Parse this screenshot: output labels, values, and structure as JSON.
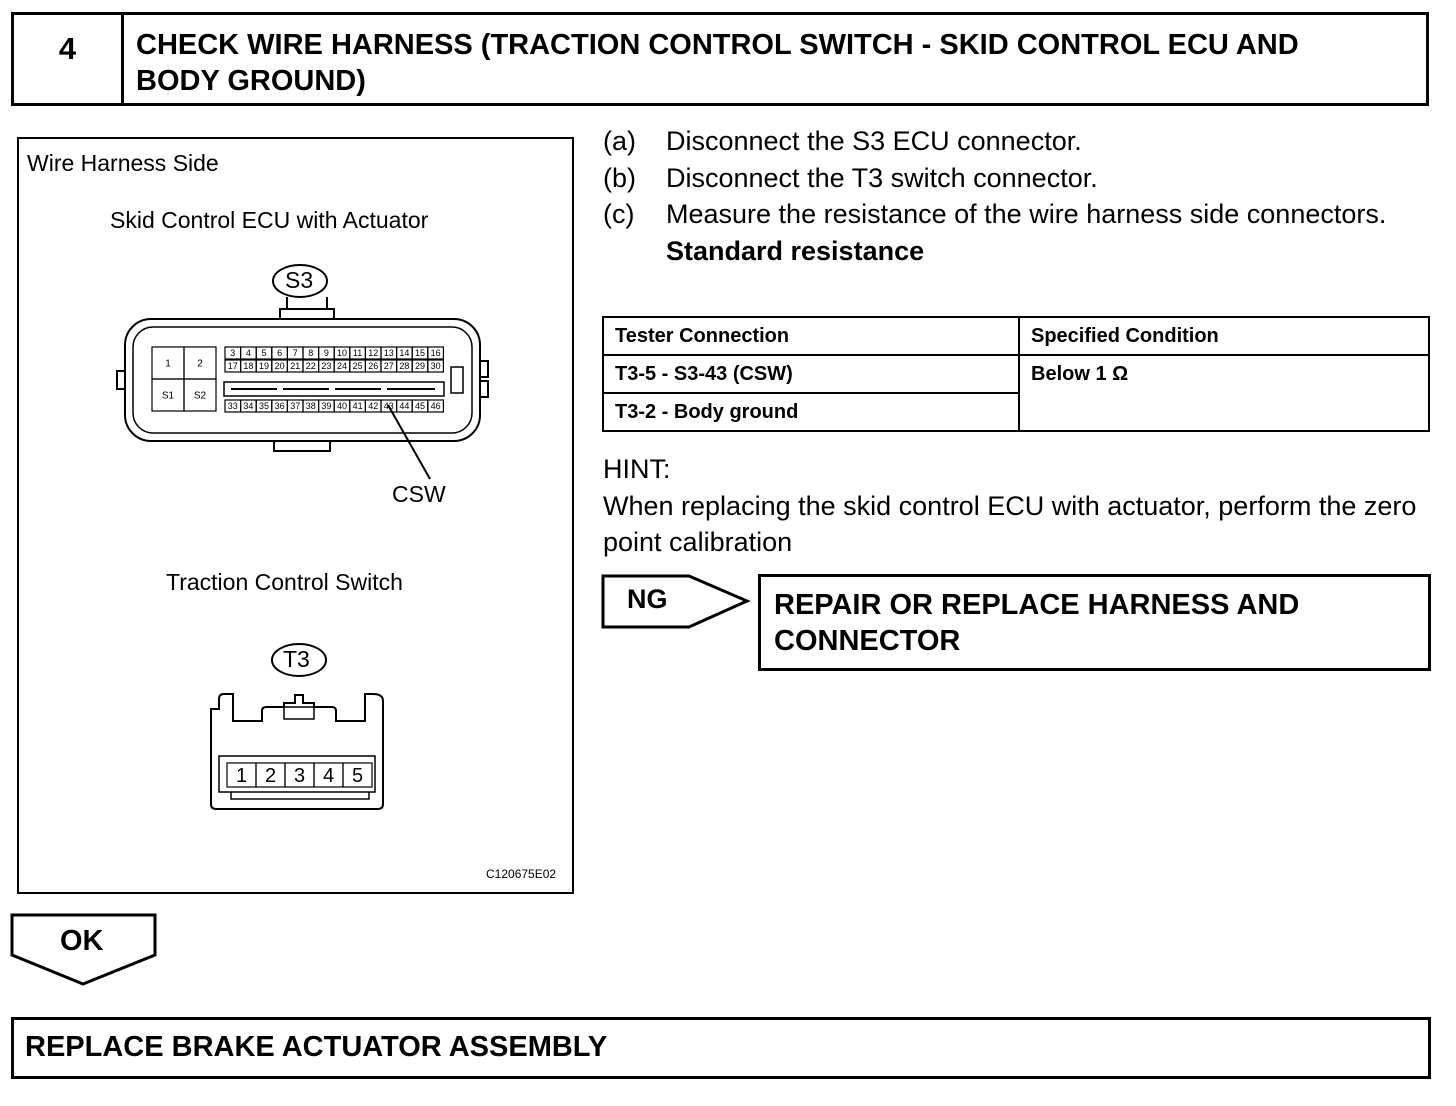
{
  "header": {
    "step_number": "4",
    "title": "CHECK WIRE HARNESS (TRACTION CONTROL SWITCH - SKID CONTROL ECU AND BODY GROUND)"
  },
  "figure": {
    "side_label": "Wire Harness Side",
    "ecu_title": "Skid Control ECU with Actuator",
    "ecu_connector": "S3",
    "ecu_left_pins": [
      "1",
      "2",
      "S1",
      "S2"
    ],
    "ecu_top_pins": [
      "3",
      "4",
      "5",
      "6",
      "7",
      "8",
      "9",
      "10",
      "11",
      "12",
      "13",
      "14",
      "15",
      "16"
    ],
    "ecu_mid_pins": [
      "17",
      "18",
      "19",
      "20",
      "21",
      "22",
      "23",
      "24",
      "25",
      "26",
      "27",
      "28",
      "29",
      "30"
    ],
    "ecu_bottom_pins": [
      "33",
      "34",
      "35",
      "36",
      "37",
      "38",
      "39",
      "40",
      "41",
      "42",
      "43",
      "44",
      "45",
      "46"
    ],
    "callout": "CSW",
    "switch_title": "Traction Control Switch",
    "switch_connector": "T3",
    "switch_pins": [
      "1",
      "2",
      "3",
      "4",
      "5"
    ],
    "code": "C120675E02"
  },
  "instructions": {
    "a_letter": "(a)",
    "a_text": "Disconnect the S3 ECU connector.",
    "b_letter": "(b)",
    "b_text": "Disconnect the T3 switch connector.",
    "c_letter": "(c)",
    "c_text": "Measure the resistance of the wire harness side connectors.",
    "standard_title": "Standard resistance"
  },
  "table": {
    "col1_header": "Tester Connection",
    "col2_header": "Specified Condition",
    "row1_connection": "T3-5 - S3-43 (CSW)",
    "row2_connection": "T3-2 - Body ground",
    "condition": "Below 1 Ω"
  },
  "hint": {
    "label": "HINT:",
    "text": "When replacing the skid control ECU with actuator, perform the zero point calibration"
  },
  "ng": {
    "label": "NG",
    "action": "REPAIR OR REPLACE HARNESS AND CONNECTOR"
  },
  "ok": {
    "label": "OK"
  },
  "final_step": {
    "text": "REPLACE BRAKE ACTUATOR ASSEMBLY"
  }
}
